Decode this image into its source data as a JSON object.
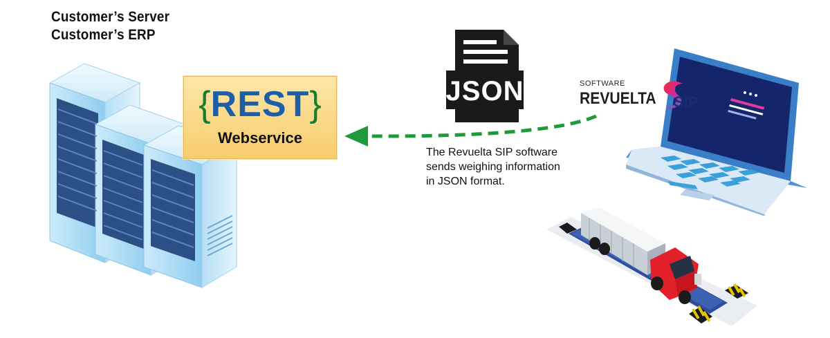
{
  "server": {
    "line1": "Customer’s Server",
    "line2": "Customer’s ERP"
  },
  "rest": {
    "brace_open": "{",
    "word": "REST",
    "brace_close": "}",
    "subtitle": "Webservice"
  },
  "json_doc": {
    "label": "JSON"
  },
  "description": {
    "line1": "The Revuelta SIP software",
    "line2": "sends weighing information",
    "line3": "in JSON format."
  },
  "brand": {
    "software": "SOFTWARE",
    "name": "REVUELTA",
    "suffix": "SIP"
  },
  "colors": {
    "arrow": "#1f9a3a",
    "rest_box": "#f7cd6c",
    "rest_text": "#1c5fa8",
    "rest_brace": "#1a7d2e",
    "server": "#a9d9f3",
    "laptop_body": "#3a7ec8",
    "laptop_screen": "#15256b",
    "truck": "#e2202a",
    "scale": "#2f4d9a"
  },
  "icons": [
    "server-rack-icon",
    "json-file-icon",
    "laptop-icon",
    "truck-on-scale-icon"
  ]
}
